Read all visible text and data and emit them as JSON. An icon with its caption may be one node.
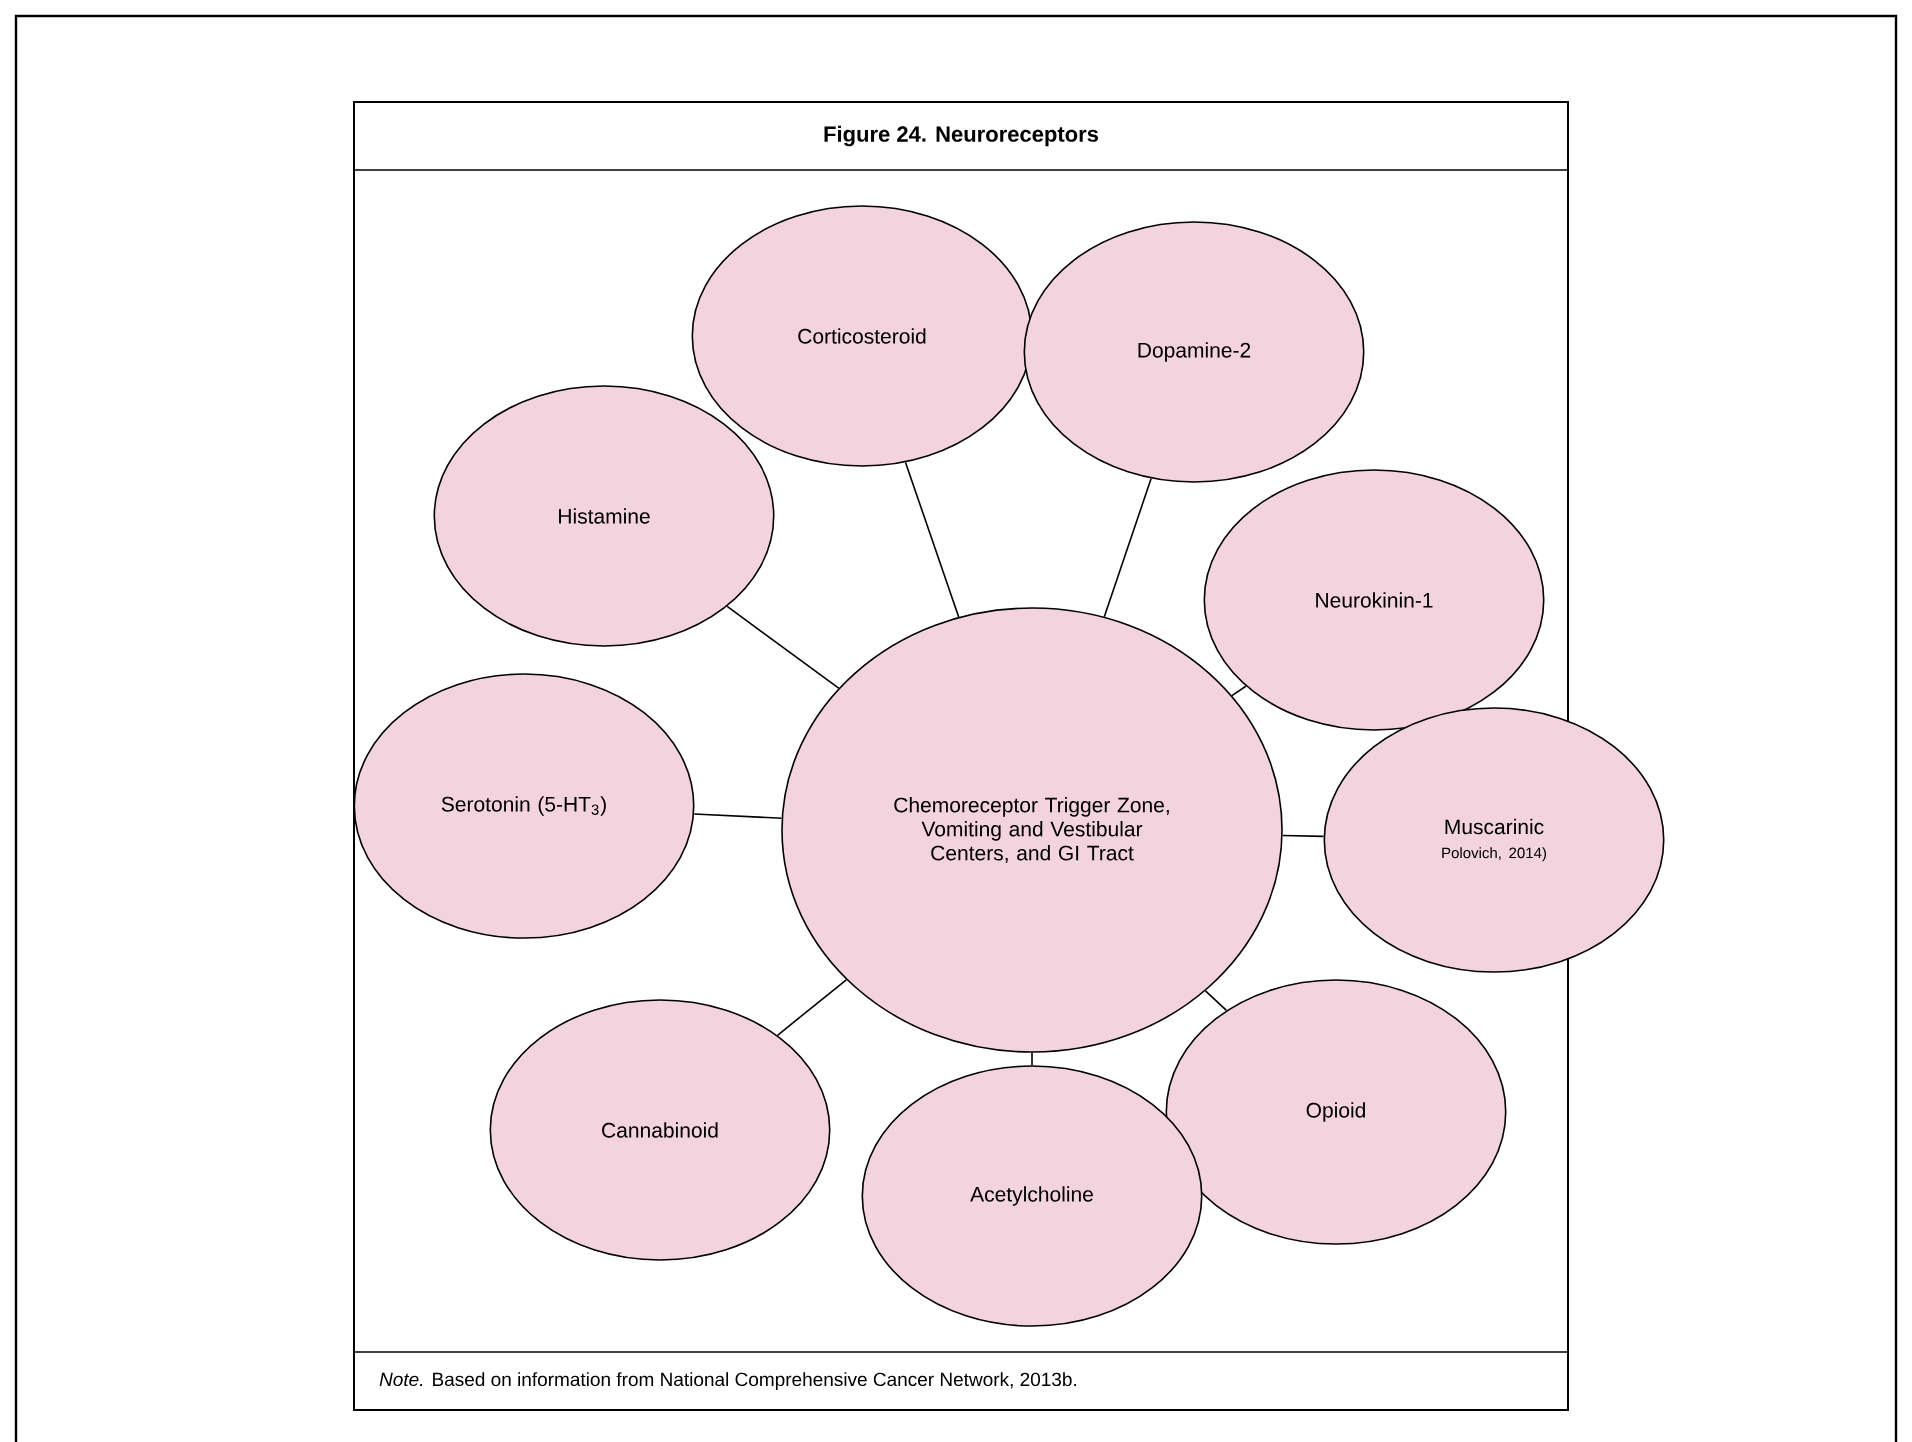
{
  "diagram": {
    "title": "Figure 24. Neuroreceptors",
    "nodes": [
      {
        "text": [
          "Chemoreceptor Trigger Zone, Vomiting and Vestibular Centers, and GI Tract"
        ]
      },
      {
        "text": [
          "Corticosteroid"
        ]
      },
      {
        "text": [
          "Dopamine-2"
        ]
      },
      {
        "text": [
          "Histamine"
        ]
      },
      {
        "text": [
          "Neurokinin-1"
        ]
      },
      {
        "text": [
          "Serotonin (5-HT$_{3}$)"
        ]
      },
      {
        "text": [
          "Muscarinic",
          "Polovich, 2014)"
        ]
      },
      {
        "text": [
          "Cannabinoid"
        ]
      },
      {
        "text": [
          "Opioid"
        ]
      },
      {
        "text": [
          "Acetylcholine"
        ]
      }
    ],
    "edges": [
      {
        "from": 0,
        "to": 1,
        "arrow": "none"
      },
      {
        "from": 0,
        "to": 2,
        "arrow": "none"
      },
      {
        "from": 0,
        "to": 3,
        "arrow": "none"
      },
      {
        "from": 0,
        "to": 4,
        "arrow": "none"
      },
      {
        "from": 0,
        "to": 5,
        "arrow": "none"
      },
      {
        "from": 0,
        "to": 6,
        "arrow": "none"
      },
      {
        "from": 0,
        "to": 7,
        "arrow": "none"
      },
      {
        "from": 0,
        "to": 8,
        "arrow": "none"
      },
      {
        "from": 0,
        "to": 9,
        "arrow": "none"
      }
    ],
    "caption": "*Note.* Based on information from National Comprehensive Cancer Network, 2013b."
  }
}
